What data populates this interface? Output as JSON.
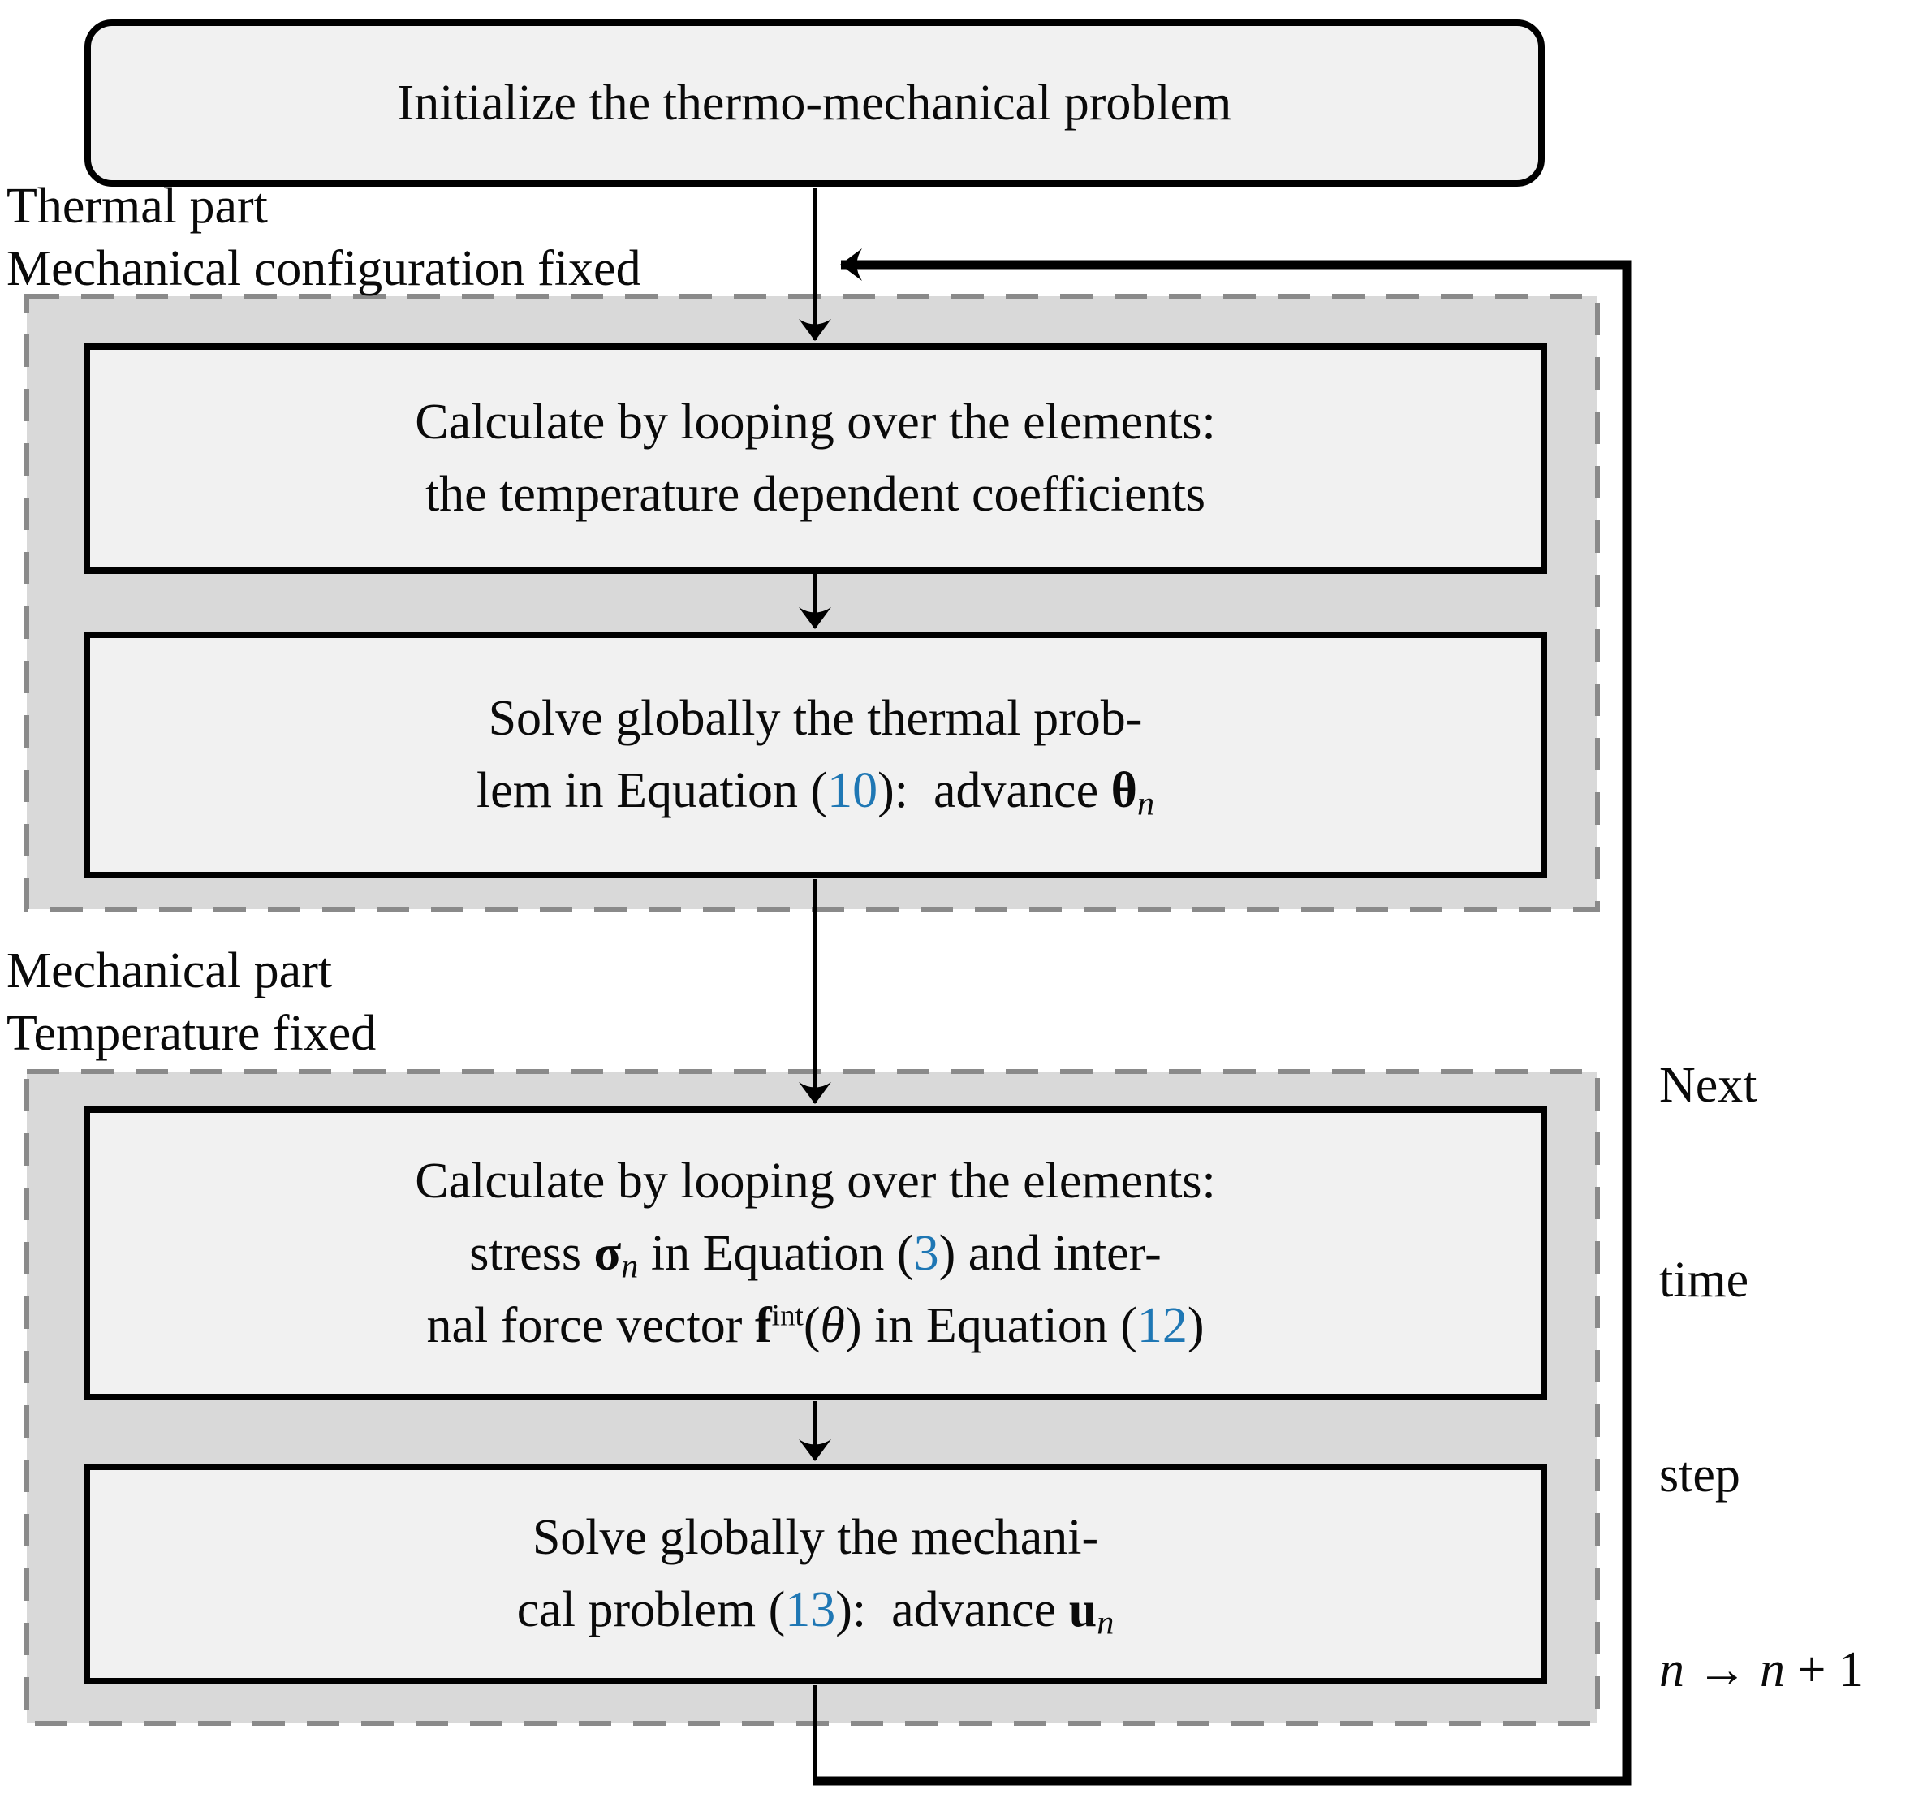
{
  "colors": {
    "reference_blue": "#1f77b4",
    "box_fill": "#f1f1f1",
    "container_fill": "#d9d9d9",
    "container_dash_border": "#8a8a8a",
    "line_black": "#000000"
  },
  "init_box": {
    "label": "Initialize the thermo-mechanical problem"
  },
  "thermal": {
    "label1": "Thermal part",
    "label2": "Mechanical configuration fixed",
    "coeff_box": {
      "l1": "Calculate by looping over the elements:",
      "l2": "the temperature dependent coefficients"
    },
    "solve_box": {
      "l1": "Solve globally the thermal prob-",
      "l2a": "lem in Equation (",
      "ref": "10",
      "l2b": "):  advance ",
      "sym": "θ",
      "sub": "n"
    }
  },
  "mechanical": {
    "label1": "Mechanical part",
    "label2": "Temperature fixed",
    "calc_box": {
      "l1": "Calculate by looping over the elements:",
      "l2a": "stress ",
      "sigma": "σ",
      "sigma_sub": "n",
      "l2b": " in Equation (",
      "ref2": "3",
      "l2c": ") and inter-",
      "l3a": "nal force vector ",
      "f": "f",
      "f_sup": "int",
      "arg_open": "(",
      "theta": "θ",
      "arg_close": ")",
      "l3b": " in Equation (",
      "ref3": "12",
      "l3c": ")"
    },
    "solve_box": {
      "l1": "Solve globally the mechani-",
      "l2a": "cal problem (",
      "ref": "13",
      "l2b": "):  advance ",
      "sym": "u",
      "sub": "n"
    }
  },
  "loop": {
    "label1": "Next",
    "label2": "time",
    "label3": "step",
    "n1": "n",
    "arrow": " → ",
    "n2": "n",
    "plus": " + 1"
  }
}
